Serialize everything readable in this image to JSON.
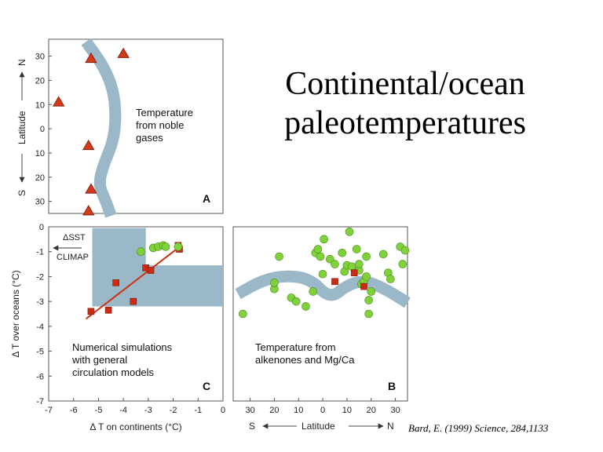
{
  "slide": {
    "title_line1": "Continental/ocean",
    "title_line2": "paleotemperatures",
    "citation": "Bard, E. (1999) Science, 284,1133"
  },
  "colors": {
    "band": "#9ab8c8",
    "triangle": "#d33a1a",
    "square": "#cc2a12",
    "circle": "#7fd23a",
    "fit": "#cc3311"
  },
  "chart_data": [
    {
      "panel": "A",
      "type": "scatter",
      "annotation_lines": [
        "Temperature",
        "from noble",
        "gases"
      ],
      "ylabel": "Latitude",
      "ylabel_south": "S",
      "ylabel_north": "N",
      "y_tick_labels": [
        "30",
        "20",
        "10",
        "0",
        "10",
        "20",
        "30"
      ],
      "x_shared_with": "C",
      "points": [
        {
          "x": -5.3,
          "lat": 29
        },
        {
          "x": -4.0,
          "lat": 31
        },
        {
          "x": -6.6,
          "lat": 11
        },
        {
          "x": -5.4,
          "lat": -7
        },
        {
          "x": -5.3,
          "lat": -25
        },
        {
          "x": -5.4,
          "lat": -34
        }
      ],
      "band_curve": [
        {
          "x": -5.5,
          "lat": 36
        },
        {
          "x": -4.8,
          "lat": 26
        },
        {
          "x": -4.4,
          "lat": 16
        },
        {
          "x": -4.3,
          "lat": 5
        },
        {
          "x": -4.4,
          "lat": -5
        },
        {
          "x": -4.8,
          "lat": -15
        },
        {
          "x": -5.0,
          "lat": -23
        },
        {
          "x": -4.7,
          "lat": -30
        },
        {
          "x": -4.5,
          "lat": -36
        }
      ]
    },
    {
      "panel": "C",
      "type": "scatter",
      "annotation_lines": [
        "Numerical simulations",
        "with general",
        "circulation models"
      ],
      "xlabel": "Δ T on continents (°C)",
      "ylabel": "Δ T over oceans (°C)",
      "xlim": [
        -7,
        0
      ],
      "ylim": [
        -7,
        0
      ],
      "x_ticks": [
        -7,
        -6,
        -5,
        -4,
        -3,
        -2,
        -1,
        0
      ],
      "y_ticks": [
        0,
        -1,
        -2,
        -3,
        -4,
        -5,
        -6,
        -7
      ],
      "arrow_label_line1": "ΔSST",
      "arrow_label_line2": "CLIMAP",
      "shaded_region": {
        "x_cols": [
          -5.25,
          -3.1
        ],
        "y_top": -0.05,
        "x_right": 0,
        "y_band": [
          -1.55,
          -3.2
        ]
      },
      "series": [
        {
          "name": "squares",
          "points": [
            [
              -5.3,
              -3.4
            ],
            [
              -4.6,
              -3.35
            ],
            [
              -4.3,
              -2.25
            ],
            [
              -3.6,
              -3.0
            ],
            [
              -3.1,
              -1.65
            ],
            [
              -2.9,
              -1.75
            ],
            [
              -1.8,
              -0.75
            ],
            [
              -1.75,
              -0.9
            ]
          ]
        },
        {
          "name": "circles",
          "points": [
            [
              -3.3,
              -1.0
            ],
            [
              -2.8,
              -0.85
            ],
            [
              -2.6,
              -0.8
            ],
            [
              -2.4,
              -0.75
            ],
            [
              -2.3,
              -0.8
            ],
            [
              -1.8,
              -0.8
            ]
          ]
        }
      ],
      "fit_line": [
        [
          -5.5,
          -3.7
        ],
        [
          -1.8,
          -0.85
        ]
      ]
    },
    {
      "panel": "B",
      "type": "scatter",
      "annotation_lines": [
        "Temperature from",
        "alkenones and Mg/Ca"
      ],
      "xlabel": "Latitude",
      "xlabel_south": "S",
      "xlabel_north": "N",
      "x_tick_labels": [
        "30",
        "20",
        "10",
        "0",
        "10",
        "20",
        "30"
      ],
      "y_shared_with": "C",
      "band_curve": [
        {
          "lat": -35,
          "y": -2.7
        },
        {
          "lat": -25,
          "y": -2.15
        },
        {
          "lat": -15,
          "y": -1.95
        },
        {
          "lat": -5,
          "y": -2.1
        },
        {
          "lat": 3,
          "y": -2.9
        },
        {
          "lat": 10,
          "y": -2.35
        },
        {
          "lat": 17,
          "y": -2.15
        },
        {
          "lat": 25,
          "y": -2.45
        },
        {
          "lat": 35,
          "y": -3.05
        }
      ],
      "series": [
        {
          "name": "circles",
          "points": [
            [
              -33,
              -3.5
            ],
            [
              -20,
              -2.5
            ],
            [
              -20,
              -2.25
            ],
            [
              -18,
              -1.2
            ],
            [
              -13,
              -2.85
            ],
            [
              -11,
              -3.0
            ],
            [
              -7,
              -3.2
            ],
            [
              -4,
              -2.6
            ],
            [
              -3,
              -1.05
            ],
            [
              -2,
              -0.9
            ],
            [
              -1,
              -1.2
            ],
            [
              0,
              -1.9
            ],
            [
              0.5,
              -0.5
            ],
            [
              3,
              -1.3
            ],
            [
              5,
              -1.5
            ],
            [
              8,
              -1.05
            ],
            [
              9,
              -1.8
            ],
            [
              10,
              -1.55
            ],
            [
              11,
              -0.2
            ],
            [
              12,
              -1.6
            ],
            [
              14,
              -0.9
            ],
            [
              15,
              -1.75
            ],
            [
              15,
              -1.5
            ],
            [
              16,
              -2.3
            ],
            [
              17,
              -2.2
            ],
            [
              18,
              -2.0
            ],
            [
              18,
              -1.2
            ],
            [
              19,
              -2.95
            ],
            [
              19,
              -3.5
            ],
            [
              20,
              -2.6
            ],
            [
              25,
              -1.1
            ],
            [
              27,
              -1.85
            ],
            [
              28,
              -2.1
            ],
            [
              32,
              -0.8
            ],
            [
              33,
              -1.5
            ],
            [
              34,
              -0.95
            ]
          ]
        },
        {
          "name": "squares",
          "points": [
            [
              5,
              -2.2
            ],
            [
              13,
              -1.85
            ],
            [
              17,
              -2.4
            ]
          ]
        }
      ]
    }
  ]
}
